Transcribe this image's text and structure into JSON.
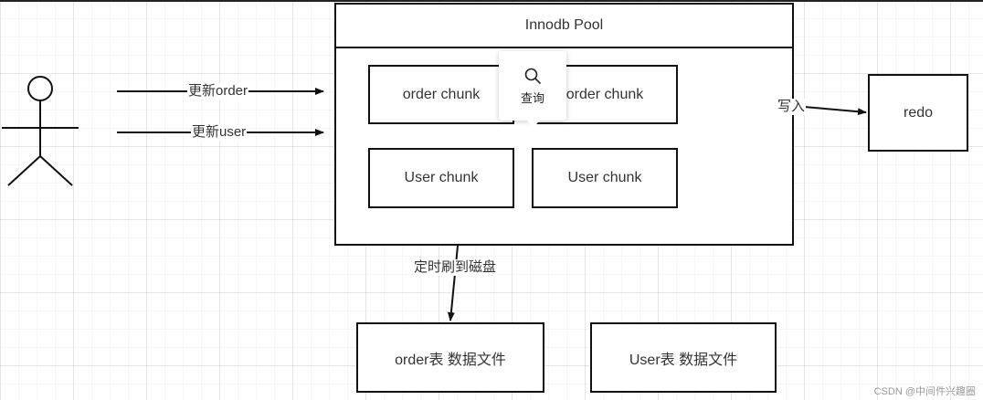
{
  "pool": {
    "title": "Innodb Pool"
  },
  "chunks": {
    "order_left": "order chunk",
    "order_right": "order chunk",
    "user_left": "User chunk",
    "user_right": "User chunk"
  },
  "redo": "redo",
  "files": {
    "order_file": "order表 数据文件",
    "user_file": "User表 数据文件"
  },
  "edges": {
    "update_order": "更新order",
    "update_user": "更新user",
    "write": "写入",
    "flush": "定时刷到磁盘"
  },
  "tooltip": {
    "icon": "search-icon",
    "label": "查询"
  },
  "watermark": "CSDN @中间件兴趣圈"
}
